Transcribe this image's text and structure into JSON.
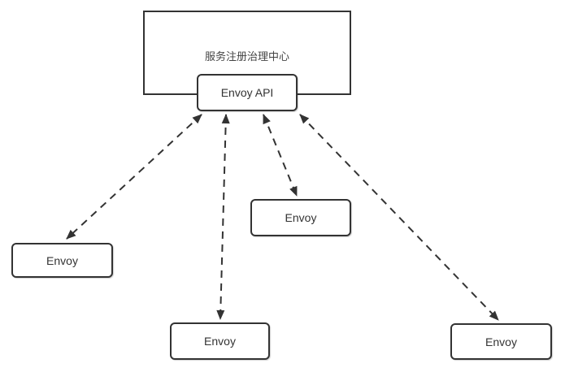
{
  "diagram": {
    "title_node": {
      "label": "服务注册治理中心"
    },
    "api_node": {
      "label": "Envoy API"
    },
    "envoy_nodes": [
      {
        "id": "envoy-left",
        "label": "Envoy"
      },
      {
        "id": "envoy-middle",
        "label": "Envoy"
      },
      {
        "id": "envoy-bottom-middle",
        "label": "Envoy"
      },
      {
        "id": "envoy-bottom-right",
        "label": "Envoy"
      }
    ],
    "connections": [
      {
        "from": "envoy-api",
        "to": "envoy-left",
        "style": "dashed",
        "bidirectional": true
      },
      {
        "from": "envoy-api",
        "to": "envoy-bottom-middle",
        "style": "dashed",
        "bidirectional": true
      },
      {
        "from": "envoy-api",
        "to": "envoy-middle",
        "style": "dashed",
        "bidirectional": true
      },
      {
        "from": "envoy-api",
        "to": "envoy-bottom-right",
        "style": "dashed",
        "bidirectional": true
      }
    ],
    "colors": {
      "stroke": "#333333",
      "text": "#333333",
      "background": "#ffffff"
    }
  }
}
